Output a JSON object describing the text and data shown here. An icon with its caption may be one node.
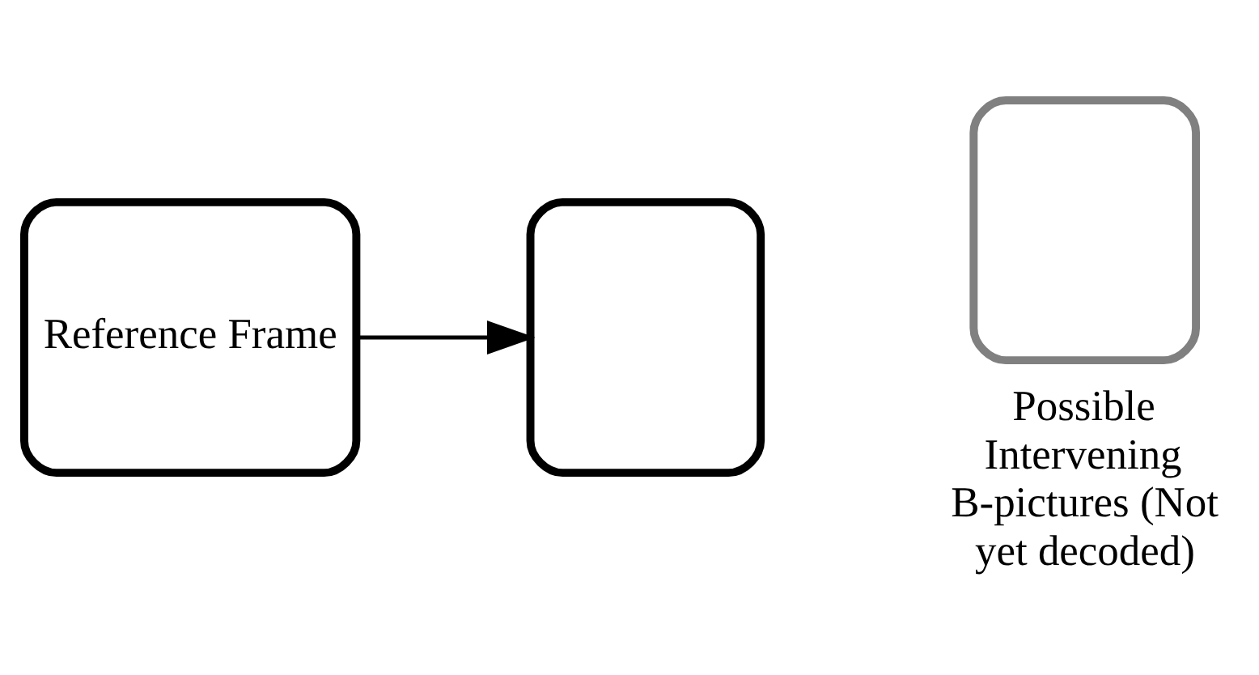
{
  "diagram": {
    "nodes": [
      {
        "text": [
          "Reference Frame"
        ]
      },
      {
        "text": [],
        "shape": "box",
        "beside": [
          "Possible Intervening B-pictures (Not yet decoded)"
        ]
      },
      {
        "text": [],
        "shape": "box"
      }
    ],
    "edges": [
      {
        "from": 0,
        "to": 2,
        "arrow": "to"
      }
    ]
  }
}
